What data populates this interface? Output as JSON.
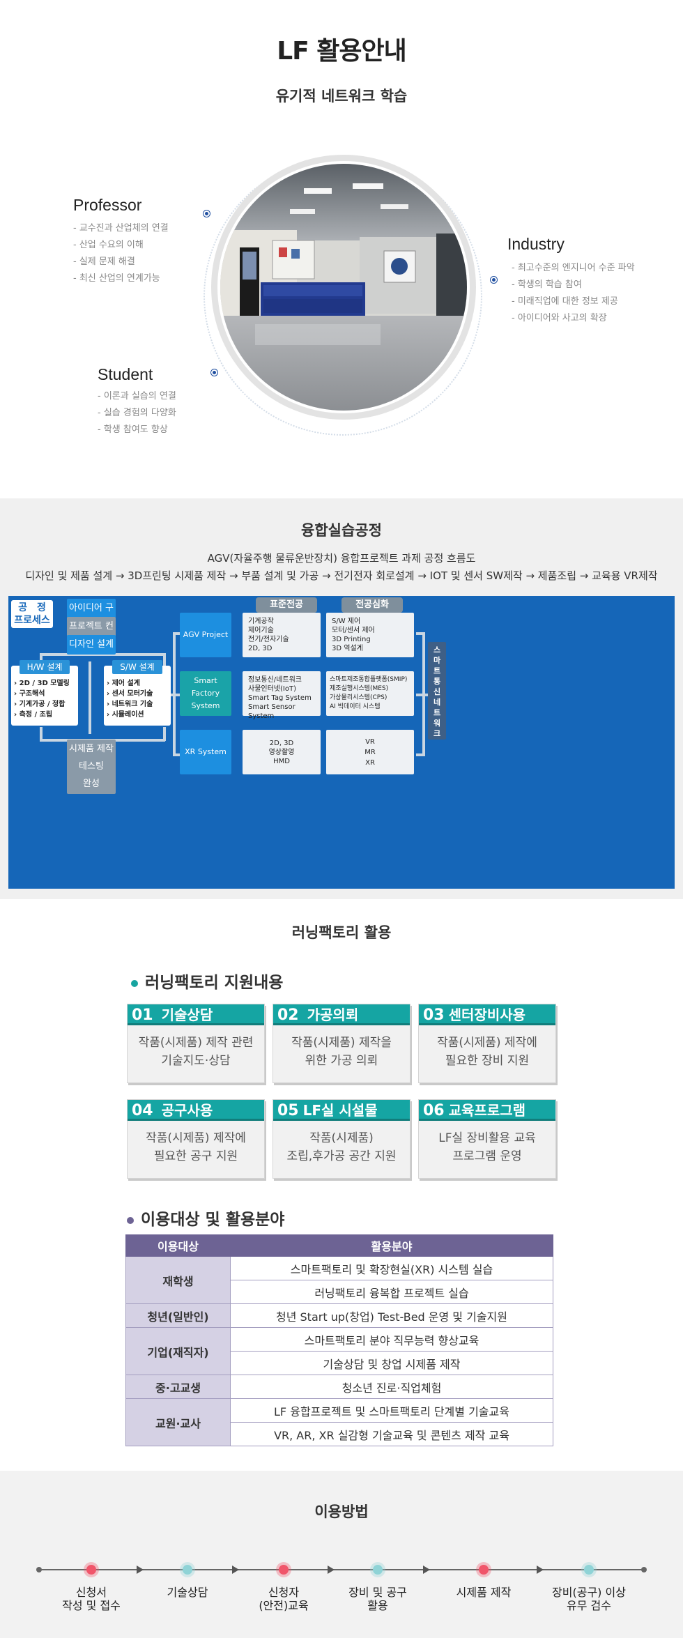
{
  "section1": {
    "title": "LF 활용안내",
    "subtitle": "유기적 네트워크 학습",
    "professor": {
      "title": "Professor",
      "items": [
        "교수진과 산업체의 연결",
        "산업 수요의 이해",
        "실제 문제 해결",
        "최신 산업의 연계가능"
      ]
    },
    "industry": {
      "title": "Industry",
      "items": [
        "최고수준의 엔지니어 수준 파악",
        "학생의 학습 참여",
        "미래직업에 대한 정보 제공",
        "아이디어와 사고의 확장"
      ]
    },
    "student": {
      "title": "Student",
      "items": [
        "이론과 실습의 연결",
        "실습 경험의 다양화",
        "학생 참여도 향상"
      ]
    }
  },
  "section2": {
    "title": "융합실습공정",
    "desc1": "AGV(자율주행 물류운반장치) 융합프로젝트 과제 공정 흐름도",
    "desc2": "디자인 및 제품 설계 → 3D프린팅 시제품 제작 → 부품 설계 및 가공 → 전기전자 회로설계 → IOT 및 센서 SW제작 → 제품조립 → 교육용 VR제작",
    "process_label_1": "공　정",
    "process_label_2": "프로세스",
    "steps_top": [
      "아이디어 구성",
      "프로젝트 컨셉",
      "디자인 설계"
    ],
    "hw": {
      "title": "H/W 설계",
      "items": [
        "2D / 3D 모델링",
        "구조해석",
        "기계가공 / 정합",
        "측정 / 조립"
      ]
    },
    "sw": {
      "title": "S/W 설계",
      "items": [
        "제어 설계",
        "센서 모터기술",
        "네트워크 기술",
        "시뮬레이션"
      ]
    },
    "steps_bottom": [
      "시제품 제작",
      "테스팅",
      "완성"
    ],
    "col_standard": "표준전공",
    "col_advanced": "전공심화",
    "projects": [
      {
        "name": "AGV Project",
        "standard": [
          "기계공작",
          "제어기술",
          "전기/전자기술",
          "2D, 3D"
        ],
        "advanced": [
          "S/W 제어",
          "모터/센서 제어",
          "3D Printing",
          "3D 역설계"
        ]
      },
      {
        "name_1": "Smart Factory",
        "name_2": "System",
        "standard": [
          "정보통신/네트워크",
          "사물인터넷(IoT)",
          "Smart Tag System",
          "Smart Sensor System"
        ],
        "advanced": [
          "스마트제조통합플랫폼(SMIP)",
          "제조실행시스템(MES)",
          "가상물리시스템(CPS)",
          "AI 빅데이터 시스템"
        ]
      },
      {
        "name": "XR System",
        "standard": [
          "2D, 3D",
          "영상촬영",
          "HMD"
        ],
        "advanced": [
          "VR",
          "MR",
          "XR"
        ]
      }
    ],
    "side_label": [
      "스",
      "마",
      "트",
      "통",
      "신",
      "네",
      "트",
      "워",
      "크"
    ]
  },
  "section3": {
    "title": "러닝팩토리 활용",
    "support_title": "러닝팩토리 지원내용",
    "cards": [
      {
        "num": "01",
        "title": "기술상담",
        "line1": "작품(시제품) 제작 관련",
        "line2": "기술지도·상담"
      },
      {
        "num": "02",
        "title": "가공의뢰",
        "line1": "작품(시제품) 제작을",
        "line2": "위한 가공 의뢰"
      },
      {
        "num": "03",
        "title": "센터장비사용",
        "line1": "작품(시제품) 제작에",
        "line2": "필요한 장비 지원"
      },
      {
        "num": "04",
        "title": "공구사용",
        "line1": "작품(시제품) 제작에",
        "line2": "필요한 공구 지원"
      },
      {
        "num": "05",
        "title": "LF실 시설물",
        "line1": "작품(시제품)",
        "line2": "조립,후가공 공간 지원"
      },
      {
        "num": "06",
        "title": "교육프로그램",
        "line1": "LF실 장비활용 교육",
        "line2": "프로그램 운영"
      }
    ],
    "table_title": "이용대상 및 활용분야",
    "table_head": [
      "이용대상",
      "활용분야"
    ],
    "rows": {
      "c1": "재학생",
      "c1a": "스마트팩토리 및 확장현실(XR) 시스템 실습",
      "c1b": "러닝팩토리 융복합 프로젝트 실습",
      "c2": "청년(일반인)",
      "c2a": "청년 Start up(창업) Test-Bed 운영 및 기술지원",
      "c3": "기업(재직자)",
      "c3a": "스마트팩토리 분야 직무능력 향상교육",
      "c3b": "기술상담 및 창업 시제품 제작",
      "c4": "중·고교생",
      "c4a": "청소년 진로·직업체험",
      "c5": "교원·교사",
      "c5a": "LF 융합프로젝트 및 스마트팩토리 단계별 기술교육",
      "c5b": "VR, AR, XR 실감형 기술교육 및 콘텐츠 제작 교육"
    }
  },
  "section4": {
    "title": "이용방법",
    "steps": [
      {
        "l1": "신청서",
        "l2": "작성 및 접수"
      },
      {
        "l1": "기술상담",
        "l2": ""
      },
      {
        "l1": "신청자",
        "l2": "(안전)교육"
      },
      {
        "l1": "장비 및 공구",
        "l2": "활용"
      },
      {
        "l1": "시제품 제작",
        "l2": ""
      },
      {
        "l1": "장비(공구) 이상",
        "l2": "유무 검수"
      }
    ],
    "colors": {
      "red": "#f0556a",
      "teal": "#8fd3d6"
    }
  }
}
